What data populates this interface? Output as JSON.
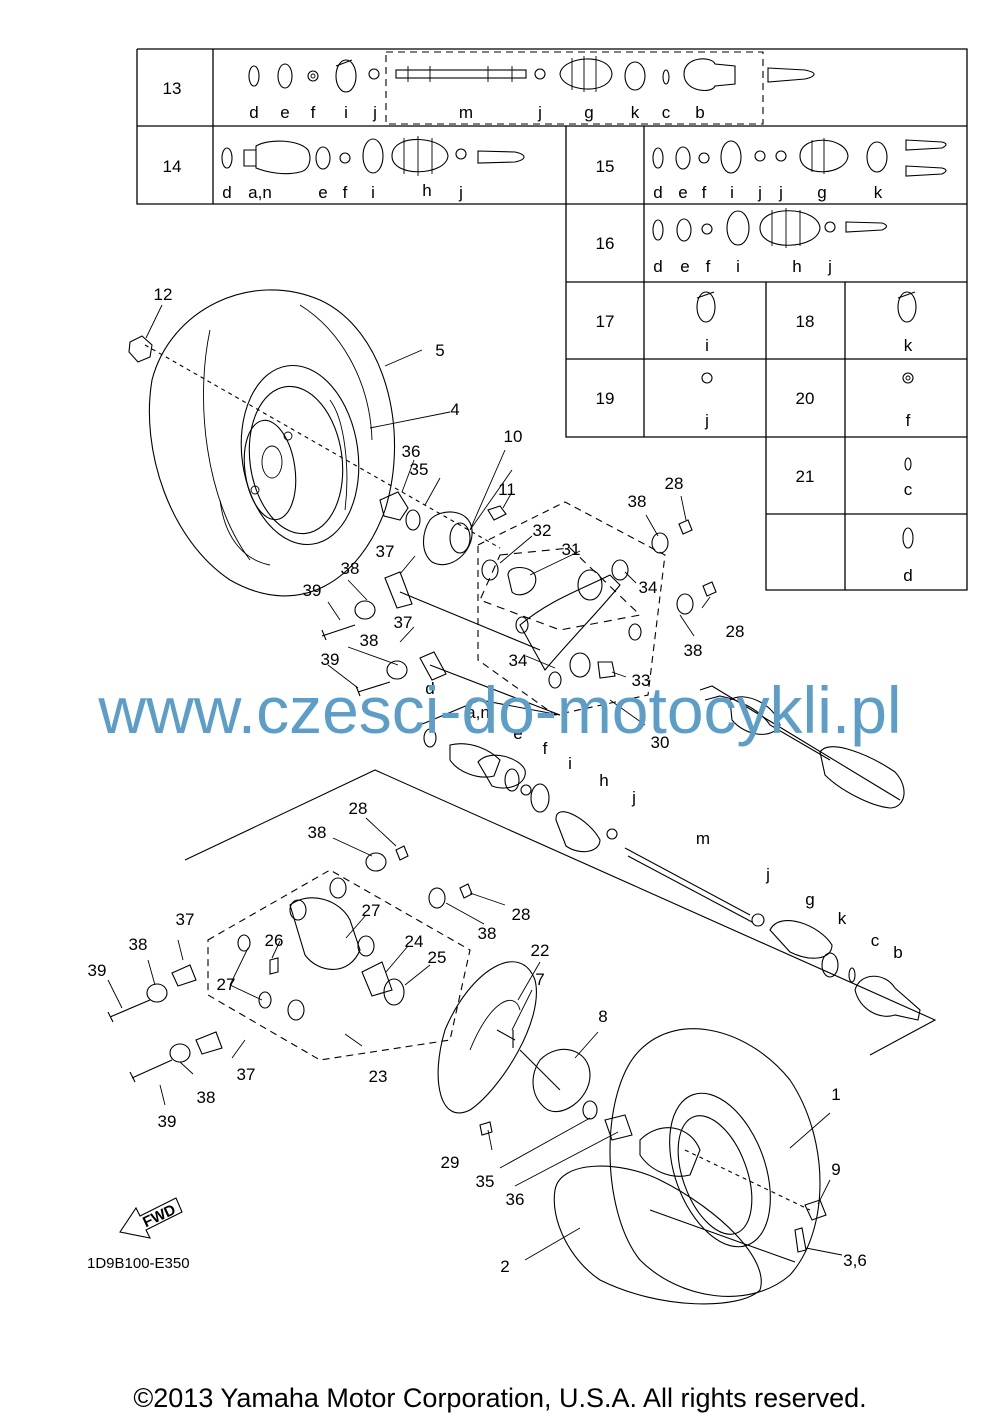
{
  "diagram_code": "1D9B100-E350",
  "copyright": "©2013 Yamaha Motor Corporation, U.S.A. All rights reserved.",
  "watermark": "www.czesci-do-motocykli.pl",
  "fwd_label": "FWD",
  "table": {
    "rows": [
      {
        "num": "13",
        "letters": [
          "d",
          "e",
          "f",
          "i",
          "j",
          "m",
          "j",
          "g",
          "k",
          "c",
          "b"
        ]
      },
      {
        "num": "14",
        "letters": [
          "d",
          "a,n",
          "e",
          "f",
          "i",
          "h",
          "j"
        ]
      },
      {
        "num": "15",
        "letters": [
          "d",
          "e",
          "f",
          "i",
          "j",
          "j",
          "g",
          "k"
        ]
      },
      {
        "num": "16",
        "letters": [
          "d",
          "e",
          "f",
          "i",
          "h",
          "j"
        ]
      },
      {
        "num": "17",
        "letters": [
          "i"
        ]
      },
      {
        "num": "18",
        "letters": [
          "k"
        ]
      },
      {
        "num": "19",
        "letters": [
          "j"
        ]
      },
      {
        "num": "20",
        "letters": [
          "f"
        ]
      },
      {
        "num": "21",
        "letters": [
          "c"
        ]
      },
      {
        "num": "",
        "letters": [
          "d"
        ]
      }
    ]
  },
  "callouts": [
    "1",
    "2",
    "3,6",
    "4",
    "5",
    "7",
    "8",
    "9",
    "10",
    "11",
    "12",
    "22",
    "23",
    "24",
    "25",
    "26",
    "27",
    "27",
    "28",
    "28",
    "28",
    "28",
    "29",
    "30",
    "31",
    "32",
    "33",
    "34",
    "34",
    "35",
    "35",
    "36",
    "36",
    "37",
    "37",
    "37",
    "37",
    "38",
    "38",
    "38",
    "38",
    "38",
    "38",
    "38",
    "38",
    "39",
    "39",
    "39",
    "39",
    "a,n",
    "b",
    "c",
    "d",
    "e",
    "f",
    "g",
    "h",
    "i",
    "j",
    "j",
    "k",
    "m"
  ]
}
